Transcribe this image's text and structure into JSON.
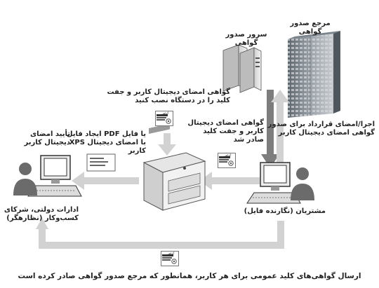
{
  "labels": {
    "cert_authority": "مرجع صدور\nگواهی",
    "cert_server": "سرور صدور\nگواهی",
    "contract": "اجرا/امضای قرارداد برای صدور\nگواهی امضای دیجیتال کاربر",
    "issued": "گواهی امضای دیجیتال\nکاربر و جفت کلید\nصادر شد",
    "install": "گواهی امضای دیجیتال کاربر و جفت\nکلید را در دستگاه نصب کنید",
    "create_pdf": "یا فایل PDF ایجاد فایل\nبا امضای دیجیتال XPS\nکاربر",
    "verify": "تأیید امضای\nدیجیتال کاربر",
    "government": "ادارات دولتی، شرکای\nکسب‌وکار (نظارهگر)",
    "customers": "مشتریان (نگارنده فایل)",
    "footer": "ارسال گواهی‌های کلید عمومی برای هر کاربر، همانطور که مرجع صدور گواهی صادر کرده است"
  },
  "cert_icon_caption": "گواهی"
}
